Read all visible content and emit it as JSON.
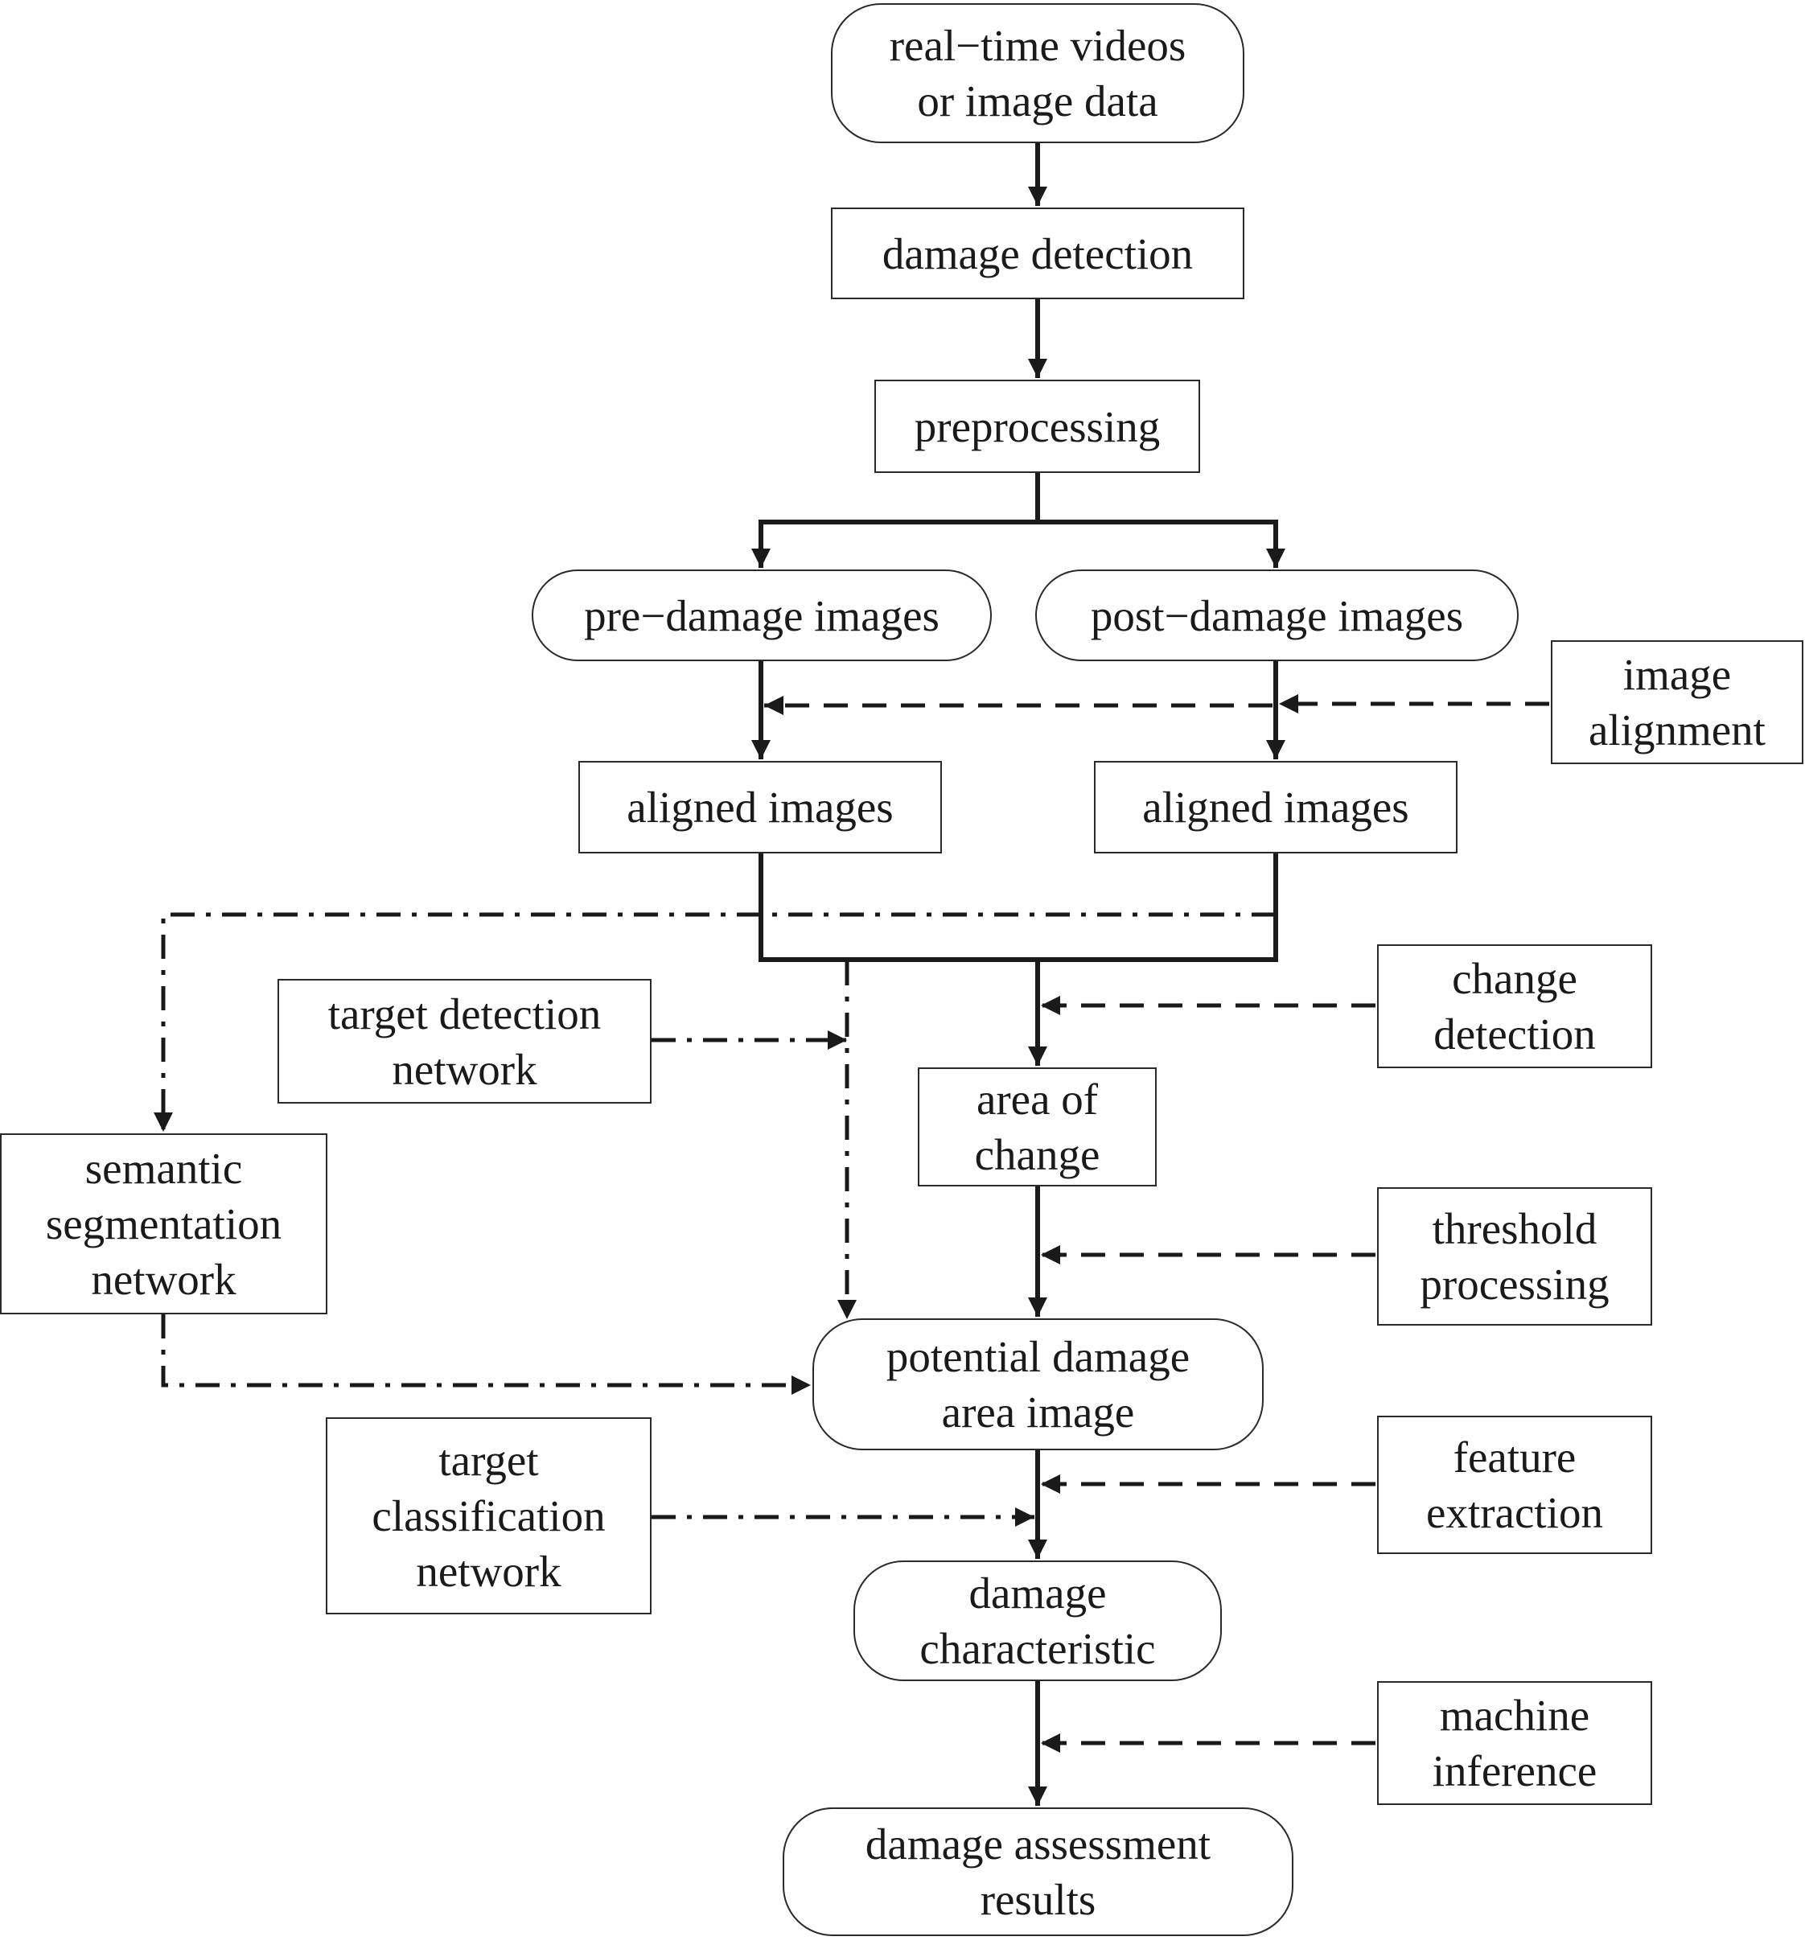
{
  "nodes": {
    "realtime": {
      "lines": [
        "real−time videos",
        "or image data"
      ]
    },
    "damage_detection": {
      "lines": [
        "damage detection"
      ]
    },
    "preprocessing": {
      "lines": [
        "preprocessing"
      ]
    },
    "pre_damage": {
      "lines": [
        "pre−damage images"
      ]
    },
    "post_damage": {
      "lines": [
        "post−damage images"
      ]
    },
    "image_alignment": {
      "lines": [
        "image",
        "alignment"
      ]
    },
    "aligned_pre": {
      "lines": [
        "aligned images"
      ]
    },
    "aligned_post": {
      "lines": [
        "aligned images"
      ]
    },
    "target_detection": {
      "lines": [
        "target detection",
        "network"
      ]
    },
    "change_detection": {
      "lines": [
        "change",
        "detection"
      ]
    },
    "area_of_change": {
      "lines": [
        "area of",
        "change"
      ]
    },
    "semantic_seg": {
      "lines": [
        "semantic",
        "segmentation",
        "network"
      ]
    },
    "threshold": {
      "lines": [
        "threshold",
        "processing"
      ]
    },
    "potential": {
      "lines": [
        "potential damage",
        "area image"
      ]
    },
    "target_class": {
      "lines": [
        "target",
        "classification",
        "network"
      ]
    },
    "feature_extraction": {
      "lines": [
        "feature",
        "extraction"
      ]
    },
    "damage_char": {
      "lines": [
        "damage",
        "characteristic"
      ]
    },
    "machine_inference": {
      "lines": [
        "machine",
        "inference"
      ]
    },
    "assessment": {
      "lines": [
        "damage assessment",
        "results"
      ]
    }
  },
  "colors": {
    "stroke": "#1a1a1a",
    "text": "#1a1a1a",
    "background": "#ffffff"
  }
}
